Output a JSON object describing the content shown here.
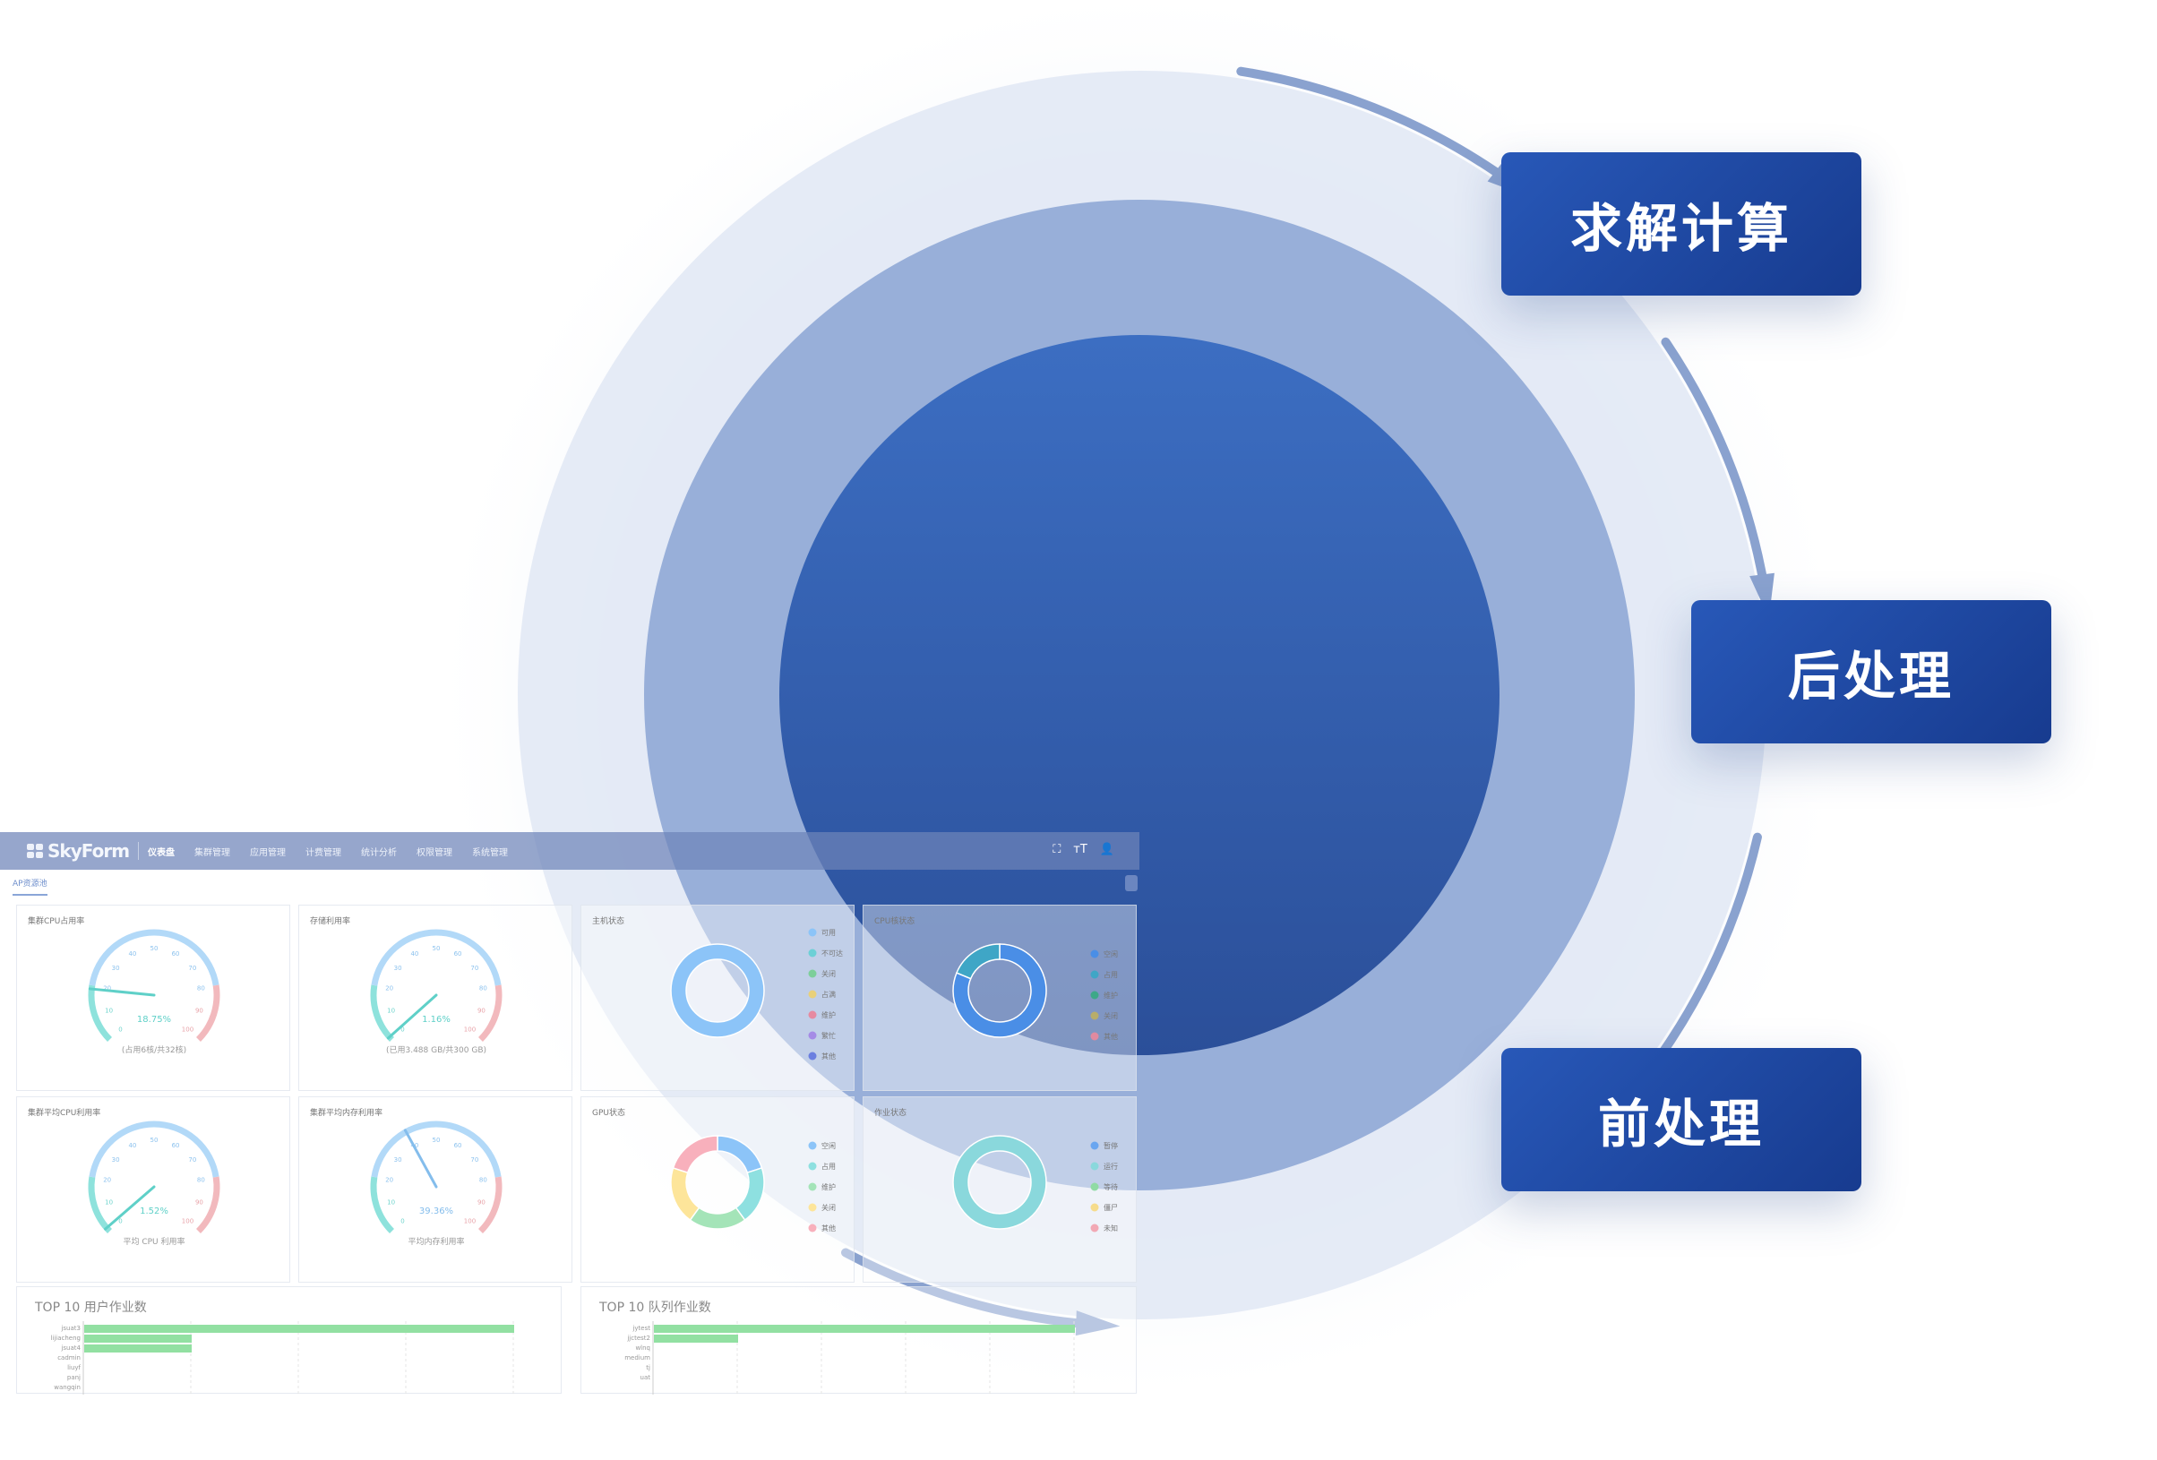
{
  "dashboard": {
    "logo": "SkyForm",
    "nav": [
      "仪表盘",
      "集群管理",
      "应用管理",
      "计费管理",
      "统计分析",
      "权限管理",
      "系统管理"
    ],
    "tab": "AP资源池",
    "gauges": [
      {
        "title": "集群CPU占用率",
        "value": 18.75,
        "value_text": "18.75%",
        "caption": "(占用6核/共32核)"
      },
      {
        "title": "存储利用率",
        "value": 1.16,
        "value_text": "1.16%",
        "caption": "(已用3.488 GB/共300 GB)"
      },
      {
        "title": "集群平均CPU利用率",
        "value": 1.52,
        "value_text": "1.52%",
        "caption": "平均 CPU 利用率"
      },
      {
        "title": "集群平均内存利用率",
        "value": 39.36,
        "value_text": "39.36%",
        "caption": "平均内存利用率"
      }
    ],
    "gauge_ticks": [
      "0",
      "10",
      "20",
      "30",
      "40",
      "50",
      "60",
      "70",
      "80",
      "90",
      "100"
    ],
    "donuts": [
      {
        "title": "主机状态",
        "legend": [
          "可用",
          "不可达",
          "关闭",
          "占满",
          "维护",
          "繁忙",
          "其他"
        ],
        "values": [
          4,
          0,
          0,
          0,
          0,
          0,
          0
        ],
        "colors": [
          "#8cc4f8",
          "#6cd0d6",
          "#7dcf9a",
          "#e8d07a",
          "#e68aa0",
          "#a58be6",
          "#6b7fe0"
        ]
      },
      {
        "title": "CPU核状态",
        "legend": [
          "空闲",
          "占用",
          "维护",
          "关闭",
          "其他"
        ],
        "values": [
          26,
          6,
          0,
          0,
          0
        ],
        "colors": [
          "#4a8ee6",
          "#3fa6c6",
          "#3ea888",
          "#b8ad6a",
          "#e08aa0"
        ]
      },
      {
        "title": "GPU状态",
        "legend": [
          "空闲",
          "占用",
          "维护",
          "关闭",
          "其他"
        ],
        "values": [
          0,
          0,
          0,
          0,
          0
        ],
        "colors": [
          "#8cc4f8",
          "#8ee0e0",
          "#a4e4b8",
          "#fde59a",
          "#f8b0bc"
        ]
      },
      {
        "title": "作业状态",
        "legend": [
          "暂停",
          "运行",
          "等待",
          "僵尸",
          "未知"
        ],
        "values": [
          0,
          6,
          0,
          0,
          0
        ],
        "colors": [
          "#6aa6f0",
          "#8ad8dc",
          "#90dba4",
          "#f6dc8c",
          "#f2a8b4"
        ]
      }
    ],
    "bars": [
      {
        "title": "TOP 10 用户作业数",
        "labels": [
          "jsuat3",
          "lijiacheng",
          "jsuat4",
          "cadmin",
          "liuyf",
          "panj",
          "wangqin"
        ],
        "values": [
          4,
          1,
          1,
          0,
          0,
          0,
          0
        ],
        "max": 4
      },
      {
        "title": "TOP 10 队列作业数",
        "labels": [
          "jytest",
          "jjctest2",
          "wlnq",
          "medium",
          "tj",
          "uat"
        ],
        "values": [
          5,
          1,
          0,
          0,
          0,
          0
        ],
        "max": 5
      }
    ]
  },
  "stages": {
    "solve": "求解计算",
    "post": "后处理",
    "pre": "前处理"
  },
  "colors": {
    "outer": "#e2e9f5",
    "middle": "#8fa9d6",
    "inner_top": "#3c6ec2",
    "inner_bottom": "#2b4f99",
    "label": "#1e4aa6"
  }
}
